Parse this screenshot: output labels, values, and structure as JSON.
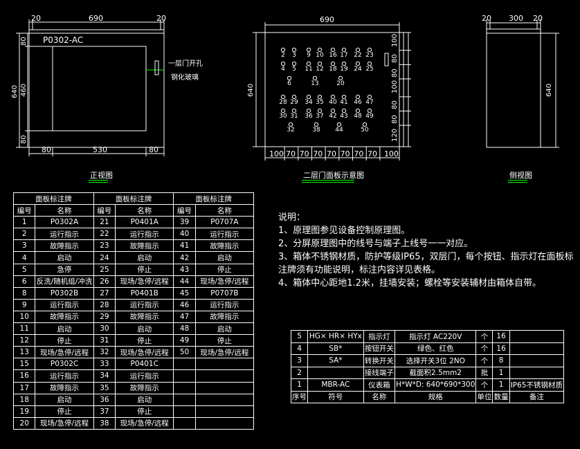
{
  "views": {
    "front": {
      "title": "正视图",
      "top_dims": [
        "20",
        "690",
        "20"
      ],
      "left_dims": [
        "80",
        "460",
        "80"
      ],
      "height_dim": "640",
      "bottom_dims": [
        "80",
        "530",
        "80"
      ],
      "model": "P0302-AC",
      "callout_lines": [
        "一层门开孔",
        "钢化玻璃"
      ]
    },
    "panel": {
      "title": "二层门面板示意图",
      "width_dim": "690",
      "height_dim": "640",
      "col_dims": [
        "100",
        "70",
        "70",
        "70",
        "70",
        "70",
        "70",
        "70",
        "100"
      ],
      "row_dims": [
        "100",
        "80",
        "80",
        "100",
        "80",
        "80",
        "120"
      ],
      "row_labels": [
        [
          "2",
          "3",
          "9",
          "10",
          "16",
          "17",
          "22",
          "23"
        ],
        [
          "4",
          "5",
          "11",
          "12",
          "18",
          "19",
          "24",
          "25"
        ],
        [
          "6",
          "13",
          "20"
        ],
        [
          "28",
          "29",
          "34",
          "35",
          "40",
          "41",
          "46",
          "47"
        ],
        [
          "30",
          "31",
          "36",
          "37",
          "42",
          "43",
          "48",
          "49"
        ],
        [
          "32",
          "38",
          "44",
          "50"
        ]
      ]
    },
    "side": {
      "title": "侧视图",
      "top_dims": [
        "20",
        "300",
        "20"
      ],
      "height_dim": "640"
    }
  },
  "panel_table": {
    "group_header": "面板标注牌",
    "col_no": "编号",
    "col_name": "名称",
    "columns": [
      [
        [
          "1",
          "P0302A"
        ],
        [
          "2",
          "运行指示"
        ],
        [
          "3",
          "故障指示"
        ],
        [
          "4",
          "启动"
        ],
        [
          "5",
          "急停"
        ],
        [
          "6",
          "反洗/随机组/冲洗"
        ],
        [
          "8",
          "P0302B"
        ],
        [
          "9",
          "运行指示"
        ],
        [
          "10",
          "故障指示"
        ],
        [
          "11",
          "启动"
        ],
        [
          "12",
          "停止"
        ],
        [
          "13",
          "现场/急停/远程"
        ],
        [
          "15",
          "P0302C"
        ],
        [
          "16",
          "运行指示"
        ],
        [
          "17",
          "故障指示"
        ],
        [
          "18",
          "启动"
        ],
        [
          "19",
          "停止"
        ],
        [
          "20",
          "现场/急停/远程"
        ]
      ],
      [
        [
          "21",
          "P0401A"
        ],
        [
          "22",
          "运行指示"
        ],
        [
          "23",
          "故障指示"
        ],
        [
          "24",
          "启动"
        ],
        [
          "25",
          "停止"
        ],
        [
          "26",
          "现场/急停/远程"
        ],
        [
          "27",
          "P0401B"
        ],
        [
          "28",
          "运行指示"
        ],
        [
          "29",
          "故障指示"
        ],
        [
          "30",
          "启动"
        ],
        [
          "31",
          "停止"
        ],
        [
          "32",
          "现场/急停/远程"
        ],
        [
          "33",
          "P0401C"
        ],
        [
          "34",
          "运行指示"
        ],
        [
          "35",
          "故障指示"
        ],
        [
          "36",
          "启动"
        ],
        [
          "37",
          "停止"
        ],
        [
          "38",
          "现场/急停/远程"
        ]
      ],
      [
        [
          "39",
          "P0707A"
        ],
        [
          "40",
          "运行指示"
        ],
        [
          "41",
          "故障指示"
        ],
        [
          "42",
          "启动"
        ],
        [
          "43",
          "停止"
        ],
        [
          "44",
          "现场/急停/远程"
        ],
        [
          "45",
          "P0707B"
        ],
        [
          "46",
          "运行指示"
        ],
        [
          "47",
          "故障指示"
        ],
        [
          "48",
          "启动"
        ],
        [
          "49",
          "停止"
        ],
        [
          "50",
          "现场/急停/远程"
        ],
        [
          "",
          ""
        ],
        [
          "",
          ""
        ],
        [
          "",
          ""
        ],
        [
          "",
          ""
        ],
        [
          "",
          ""
        ],
        [
          "",
          ""
        ]
      ]
    ]
  },
  "notes": {
    "heading": "说明：",
    "lines": [
      "1、原理图参见设备控制原理图。",
      "2、分屏原理图中的线号与端子上线号一一对应。",
      "3、箱体不锈钢材质，防护等级IP65，双层门，每个按钮、指示灯在面板标",
      "注牌须有功能说明，标注内容详见表格。",
      "4、箱体中心距地1.2米，挂墙安装；螺栓等安装辅材由箱体自带。"
    ]
  },
  "bom": {
    "rows": [
      [
        "5",
        "HG× HR× HYx",
        "指示灯",
        "指示灯 AC220V",
        "个",
        "16",
        ""
      ],
      [
        "4",
        "SB*",
        "按钮开关",
        "绿色、红色",
        "个",
        "16",
        ""
      ],
      [
        "3",
        "SA*",
        "转换开关",
        "选择开关3位 2NO",
        "个",
        "8",
        ""
      ],
      [
        "2",
        "",
        "接线端子",
        "截面积2.5mm2",
        "批",
        "1",
        ""
      ],
      [
        "1",
        "MBR-AC",
        "仪表箱",
        "H*W*D: 640*690*300",
        "个",
        "1",
        "IP65不锈钢材质"
      ]
    ],
    "header": [
      "序号",
      "符号",
      "名称",
      "规格",
      "单位",
      "数量",
      "备注"
    ]
  },
  "colors": {
    "background": "#000000",
    "line": "#ffffff",
    "title_underline": "#00ff00",
    "callout_marker": "#00ff00"
  }
}
